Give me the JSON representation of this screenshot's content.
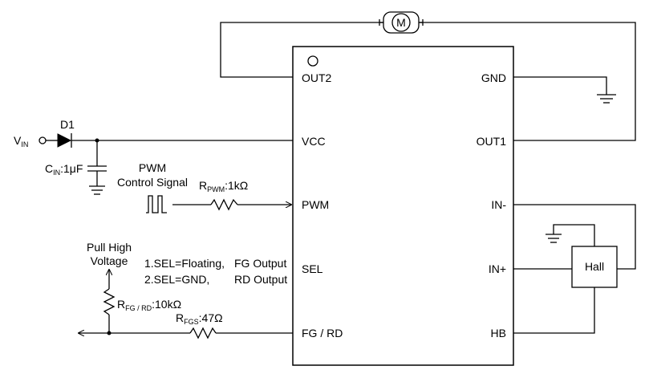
{
  "ic": {
    "pins_left": [
      "OUT2",
      "VCC",
      "PWM",
      "SEL",
      "FG / RD"
    ],
    "pins_right": [
      "GND",
      "OUT1",
      "IN-",
      "IN+",
      "HB"
    ]
  },
  "motor": {
    "label": "M"
  },
  "vin": {
    "main": "V",
    "sub": "IN"
  },
  "diode": {
    "label": "D1"
  },
  "cin": {
    "main": "C",
    "sub": "IN",
    "value": ":1μF"
  },
  "pwm_signal": {
    "line1": "PWM",
    "line2": "Control Signal"
  },
  "rpwm": {
    "main": "R",
    "sub": "PWM",
    "value": ":1kΩ"
  },
  "pull_high": {
    "line1": "Pull High",
    "line2": "Voltage"
  },
  "sel_note": {
    "line1a": "1.SEL=Floating,",
    "line1b": "FG Output",
    "line2a": "2.SEL=GND,",
    "line2b": "RD Output"
  },
  "rfg": {
    "main": "R",
    "sub": "FG / RD",
    "value": ":10kΩ"
  },
  "rfgs": {
    "main": "R",
    "sub": "FGS",
    "value": ":47Ω"
  },
  "hall": {
    "label": "Hall"
  }
}
